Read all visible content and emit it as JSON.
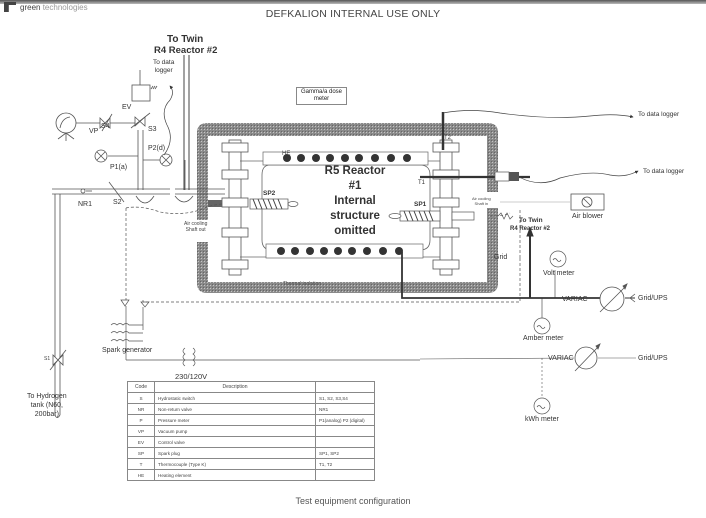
{
  "header": {
    "logo_text_primary": "green",
    "logo_text_secondary": "technologies",
    "title": "DEFKALION INTERNAL USE ONLY"
  },
  "caption": "Test equipment configuration",
  "labels": {
    "to_twin_top_line1": "To Twin",
    "to_twin_top_line2": "R4 Reactor #2",
    "to_data_logger_left_line1": "To data",
    "to_data_logger_left_line2": "logger",
    "gamma_line1": "Gamma/a dose",
    "gamma_line2": "meter",
    "to_data_logger_1": "To data logger",
    "to_data_logger_2": "To data logger",
    "ev": "EV",
    "vp": "VP",
    "s4": "S4",
    "s3": "S3",
    "p2": "P2(d)",
    "p1": "P1(a)",
    "nr1": "NR1",
    "s2": "S2",
    "s1": "S1",
    "he": "HE",
    "t2": "T2",
    "t1": "T1",
    "sp1": "SP1",
    "sp2": "SP2",
    "air_cooling_out_line1": "Air cooling",
    "air_cooling_out_line2": "Shaft out",
    "air_cooling_in_line1": "Air cooling",
    "air_cooling_in_line2": "Shaft in",
    "air_blower": "Air blower",
    "to_twin_right_line1": "To Twin",
    "to_twin_right_line2": "R4 Reactor #2",
    "grid": "Grid",
    "volt_meter": "Volt meter",
    "variac_1": "VARIAC",
    "grid_ups_1": "Grid/UPS",
    "amber_meter": "Amber meter",
    "variac_2": "VARIAC",
    "grid_ups_2": "Grid/UPS",
    "kwh_meter": "kWh meter",
    "spark_generator": "Spark generator",
    "transformer": "230/120V",
    "hydrogen_line1": "To Hydrogen",
    "hydrogen_line2": "tank (N60,",
    "hydrogen_line3": "200bar)",
    "thermal_isolation": "Thermal isolation",
    "reactor_line1": "R5 Reactor",
    "reactor_line2": "#1",
    "reactor_line3": "Internal",
    "reactor_line4": "structure",
    "reactor_line5": "omitted"
  },
  "legend": {
    "headers": [
      "Code",
      "Description",
      ""
    ],
    "rows": [
      {
        "code": "S",
        "description": "Hydrostatic switch",
        "ref": "S1, S2, S3,S4"
      },
      {
        "code": "NR",
        "description": "Non-return valve",
        "ref": "NR1"
      },
      {
        "code": "P",
        "description": "Pressure meter",
        "ref": "P1(analog) P2 (digital)"
      },
      {
        "code": "VP",
        "description": "Vacuum pump",
        "ref": ""
      },
      {
        "code": "EV",
        "description": "Control valve",
        "ref": ""
      },
      {
        "code": "SP",
        "description": "Spark plug",
        "ref": "SP1, SP2"
      },
      {
        "code": "T",
        "description": "Thermocouple (Type K)",
        "ref": "T1, T2"
      },
      {
        "code": "HE",
        "description": "Heating element",
        "ref": ""
      }
    ]
  }
}
